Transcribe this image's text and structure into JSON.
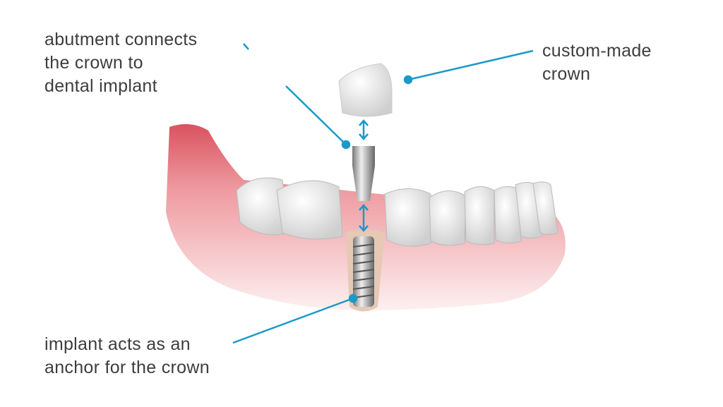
{
  "labels": {
    "abutment": [
      "abutment connects",
      "the crown to",
      "dental implant"
    ],
    "crown": [
      "custom-made",
      "crown"
    ],
    "implant": [
      "implant acts as an",
      "anchor for the crown"
    ]
  },
  "colors": {
    "leader": "#1a9ac9",
    "gum": "#e9828a",
    "gum_light": "#fbe3e4",
    "text": "#3d3d3d"
  }
}
